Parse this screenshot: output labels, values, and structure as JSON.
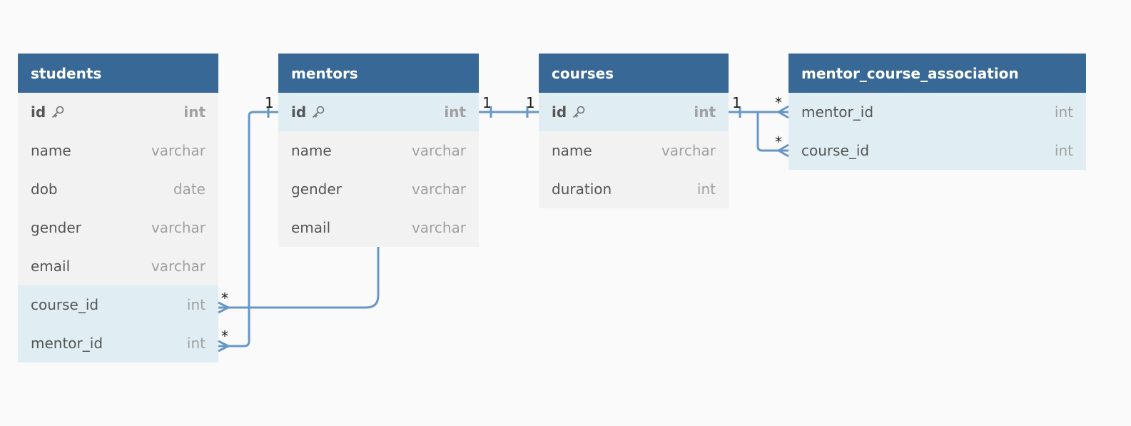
{
  "tables": [
    {
      "id": "students",
      "name": "students",
      "fields": [
        {
          "name": "id",
          "type": "int",
          "pk": true,
          "fk": false
        },
        {
          "name": "name",
          "type": "varchar",
          "pk": false,
          "fk": false
        },
        {
          "name": "dob",
          "type": "date",
          "pk": false,
          "fk": false
        },
        {
          "name": "gender",
          "type": "varchar",
          "pk": false,
          "fk": false
        },
        {
          "name": "email",
          "type": "varchar",
          "pk": false,
          "fk": false
        },
        {
          "name": "course_id",
          "type": "int",
          "pk": false,
          "fk": true
        },
        {
          "name": "mentor_id",
          "type": "int",
          "pk": false,
          "fk": true
        }
      ]
    },
    {
      "id": "mentors",
      "name": "mentors",
      "fields": [
        {
          "name": "id",
          "type": "int",
          "pk": true,
          "fk": true
        },
        {
          "name": "name",
          "type": "varchar",
          "pk": false,
          "fk": false
        },
        {
          "name": "gender",
          "type": "varchar",
          "pk": false,
          "fk": false
        },
        {
          "name": "email",
          "type": "varchar",
          "pk": false,
          "fk": false
        }
      ]
    },
    {
      "id": "courses",
      "name": "courses",
      "fields": [
        {
          "name": "id",
          "type": "int",
          "pk": true,
          "fk": true
        },
        {
          "name": "name",
          "type": "varchar",
          "pk": false,
          "fk": false
        },
        {
          "name": "duration",
          "type": "int",
          "pk": false,
          "fk": false
        }
      ]
    },
    {
      "id": "mentor_course_association",
      "name": "mentor_course_association",
      "fields": [
        {
          "name": "mentor_id",
          "type": "int",
          "pk": false,
          "fk": true
        },
        {
          "name": "course_id",
          "type": "int",
          "pk": false,
          "fk": true
        }
      ]
    }
  ],
  "relations": [
    {
      "id": "mentors-students",
      "one": "1",
      "many": "*"
    },
    {
      "id": "mentors-courses",
      "left": "1",
      "right": "1"
    },
    {
      "id": "courses-mentor-id",
      "one": "1",
      "many": "*"
    },
    {
      "id": "courses-course-id",
      "many": "*"
    },
    {
      "id": "course-students",
      "many": "*"
    }
  ],
  "colors": {
    "header_bg": "#386996",
    "header_text": "#ffffff",
    "row_bg": "#f2f2f2",
    "fk_row_bg": "#e0edf3",
    "connector": "#6797c8",
    "canvas_bg": "#fafafa"
  },
  "icons": {
    "primary_key": "key-icon"
  }
}
